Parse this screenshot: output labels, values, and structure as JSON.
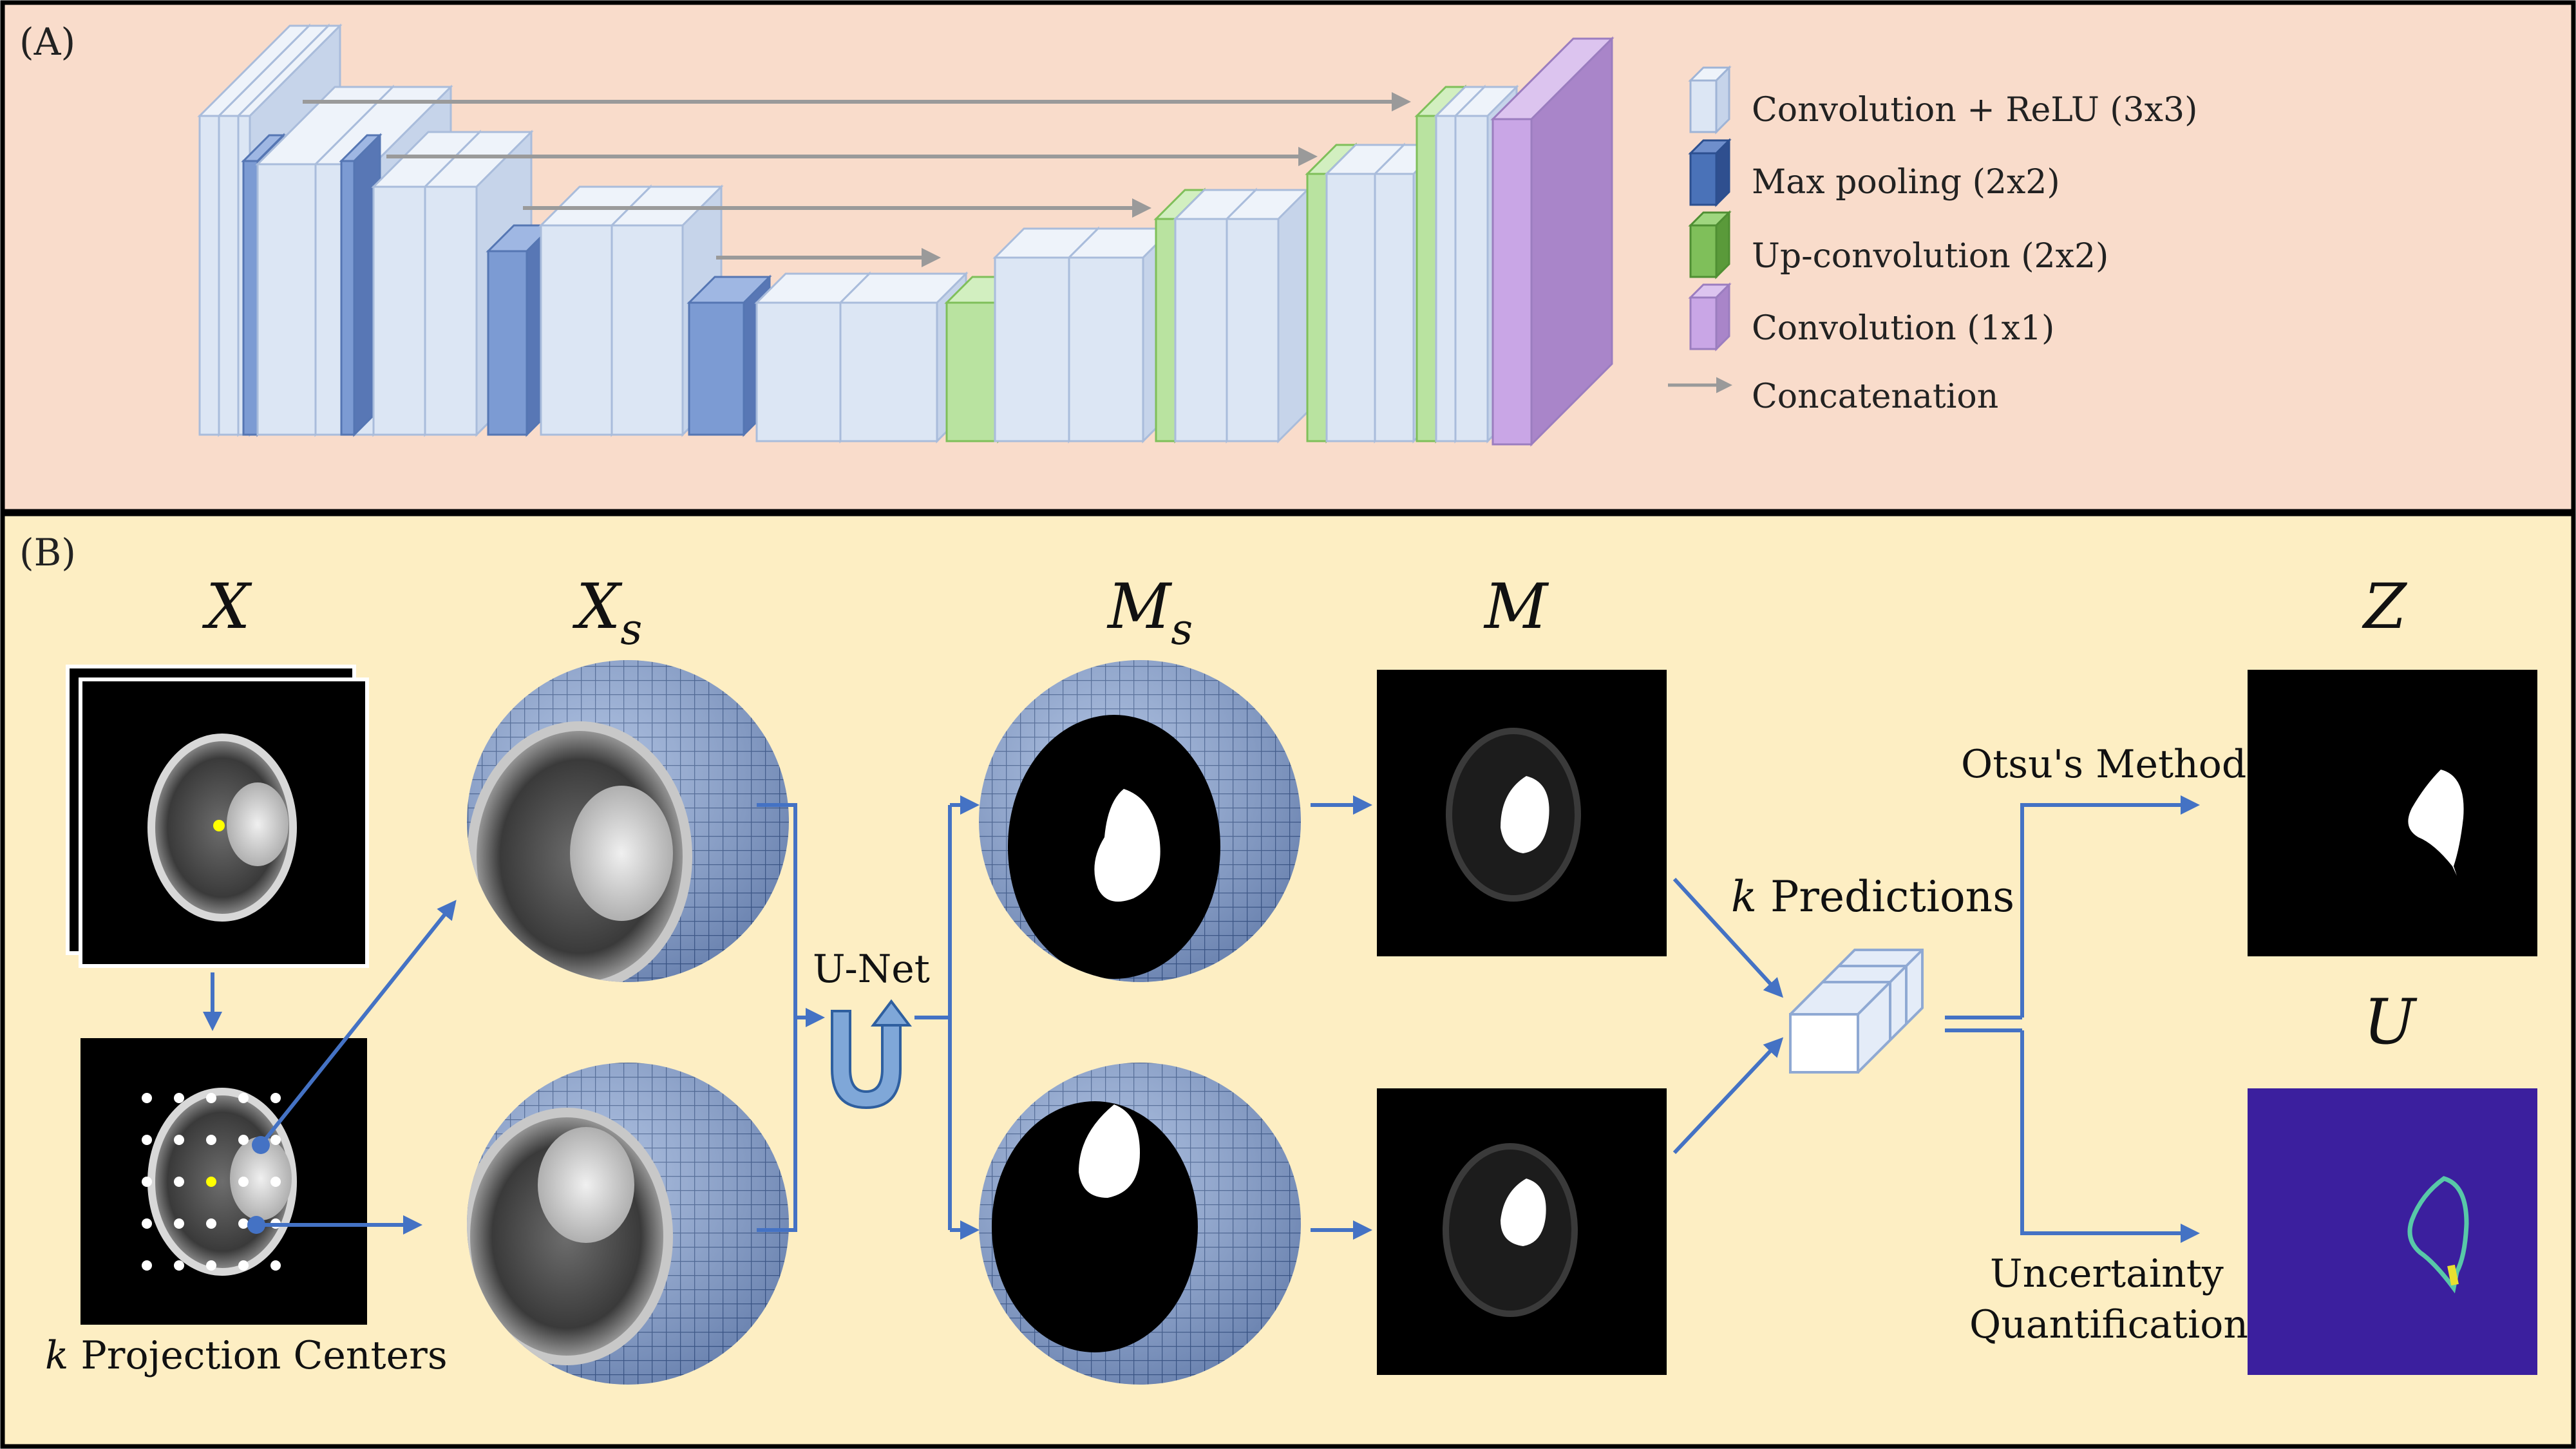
{
  "panel_a": {
    "label": "(A)",
    "legend": [
      {
        "label": "Convolution + ReLU (3x3)",
        "color": "#dce6f4"
      },
      {
        "label": "Max pooling (2x2)",
        "color": "#4a72b8"
      },
      {
        "label": "Up-convolution (2x2)",
        "color": "#7fbf5a"
      },
      {
        "label": "Convolution (1x1)",
        "color": "#c9a6e6"
      },
      {
        "label": "Concatenation",
        "color": "#a0a0a0"
      }
    ]
  },
  "panel_b": {
    "label": "(B)",
    "titles": {
      "x": "X",
      "xs_main": "X",
      "xs_sub": "s",
      "ms_main": "M",
      "ms_sub": "s",
      "m": "M",
      "z": "Z",
      "u": "U"
    },
    "projection_centers": {
      "k": "k",
      "text": " Projection Centers"
    },
    "unet_label": "U-Net",
    "predictions": {
      "k": "k",
      "text": " Predictions"
    },
    "otsu_label": "Otsu's Method",
    "uncertainty_label_line1": "Uncertainty",
    "uncertainty_label_line2": "Quantification"
  },
  "colors": {
    "panel_a_bg": "#f9dccb",
    "panel_b_bg": "#fdeec3",
    "arrow_blue": "#4472c4",
    "sphere_blue": "#8fa9d3",
    "uncertainty_bg": "#3b1f9e"
  }
}
